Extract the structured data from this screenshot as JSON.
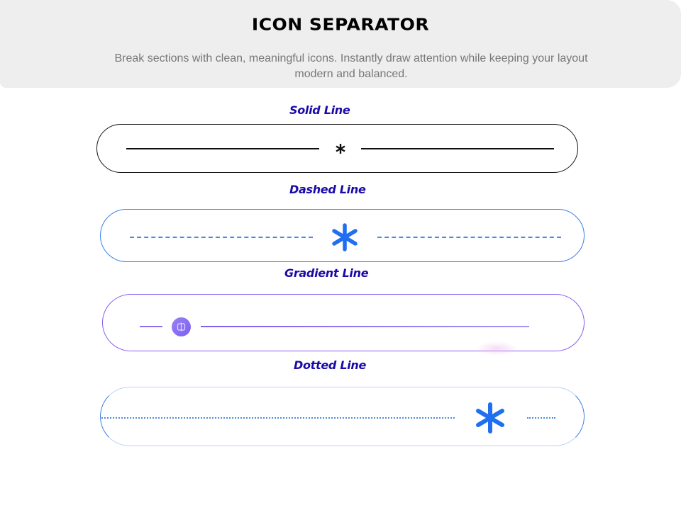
{
  "header": {
    "title": "ICON SEPARATOR",
    "description": "Break sections with clean, meaningful icons. Instantly draw attention while keeping your layout modern and balanced."
  },
  "sections": [
    {
      "label": "Solid Line",
      "line_style": "solid",
      "line_color": "#111111",
      "border_color": "#111111",
      "icon": "asterisk-icon",
      "icon_color": "#111111"
    },
    {
      "label": "Dashed Line",
      "line_style": "dashed",
      "line_color": "#4a8ae6",
      "border_color": "#3d7fe8",
      "icon": "asterisk-icon",
      "icon_color": "#1f6ff0"
    },
    {
      "label": "Gradient Line",
      "line_style": "gradient",
      "line_color": "#8b6ff0",
      "border_color": "#8a5cf0",
      "icon": "split-columns-icon",
      "icon_color": "#8b6ff0"
    },
    {
      "label": "Dotted Line",
      "line_style": "dotted",
      "line_color": "#4a8ae6",
      "border_color": "#3d7fe8",
      "icon": "asterisk-icon",
      "icon_color": "#1f6ff0"
    }
  ],
  "colors": {
    "header_bg": "#eeeeee",
    "label_color": "#1a0aa8",
    "description_color": "#777777"
  }
}
